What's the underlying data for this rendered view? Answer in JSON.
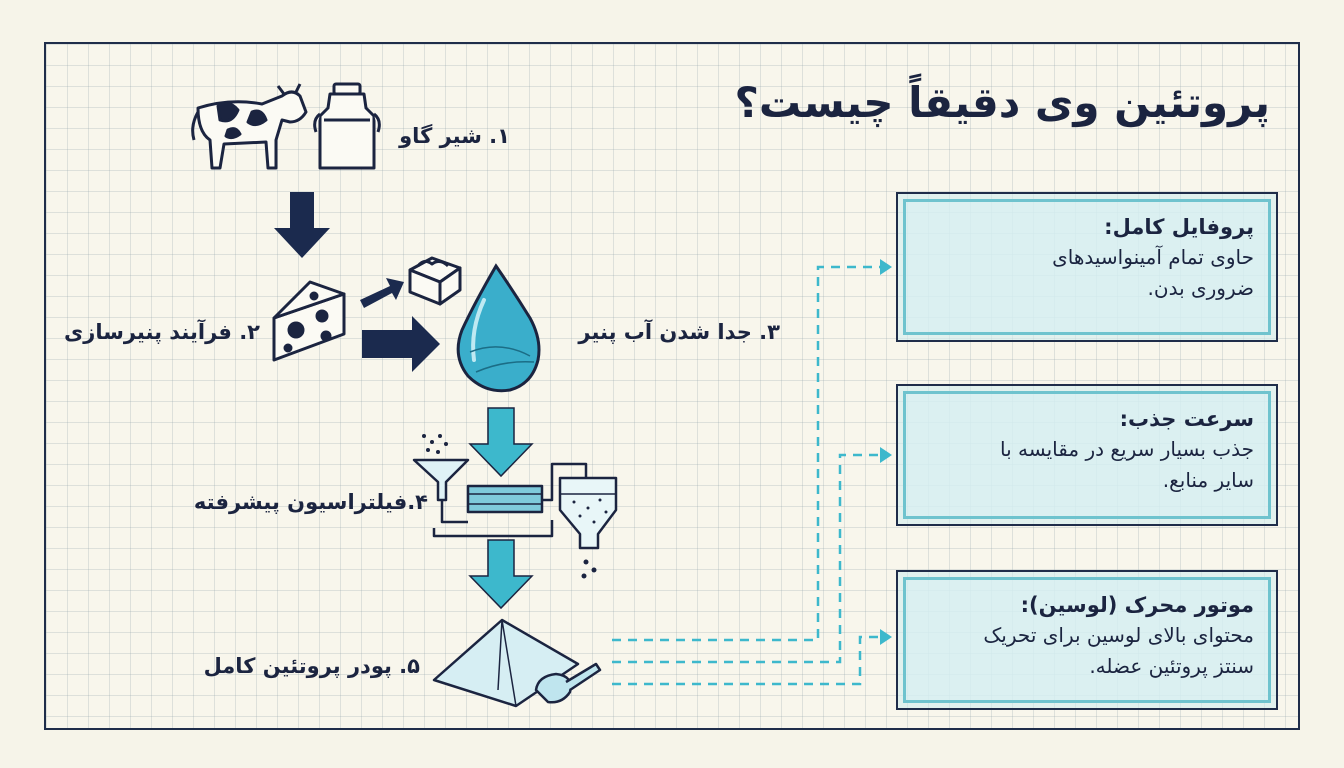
{
  "title": "پروتئین وی دقیقاً چیست؟",
  "steps": [
    {
      "label": "۱. شیر گاو"
    },
    {
      "label": "۲. فرآیند پنیرسازی"
    },
    {
      "label": "۳. جدا شدن آب پنیر"
    },
    {
      "label": "۴.فیلتراسیون پیشرفته"
    },
    {
      "label": "۵. پودر پروتئین کامل"
    }
  ],
  "benefits": [
    {
      "title": "پروفایل کامل:",
      "text": "حاوی تمام آمینواسیدهای\nضروری بدن."
    },
    {
      "title": "سرعت جذب:",
      "text": "جذب بسیار سریع در مقایسه با\nسایر منابع."
    },
    {
      "title": "موتور محرک (لوسین):",
      "text": "محتوای بالای لوسین برای تحریک\nسنتز پروتئین عضله."
    }
  ],
  "colors": {
    "navy": "#1b2a4e",
    "accent": "#3db8cc",
    "water": "#3aaecb"
  }
}
